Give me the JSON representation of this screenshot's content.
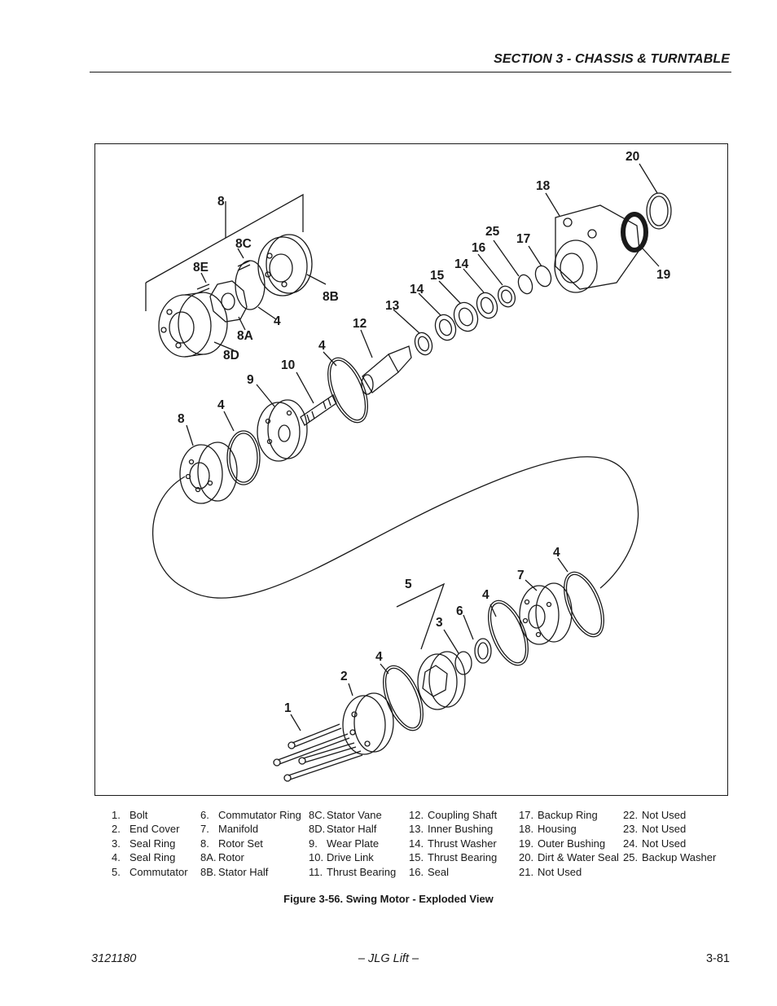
{
  "header": {
    "section_title": "SECTION 3 - CHASSIS & TURNTABLE"
  },
  "figure": {
    "callouts": [
      "20",
      "18",
      "8",
      "8C",
      "25",
      "17",
      "16",
      "8E",
      "14",
      "19",
      "15",
      "8B",
      "14",
      "13",
      "4",
      "12",
      "8A",
      "4",
      "8D",
      "10",
      "9",
      "4",
      "8",
      "4",
      "7",
      "5",
      "4",
      "6",
      "3",
      "4",
      "2",
      "1"
    ],
    "caption": "Figure 3-56.  Swing Motor - Exploded View"
  },
  "legend": {
    "columns": [
      [
        {
          "num": "1.",
          "label": "Bolt"
        },
        {
          "num": "2.",
          "label": "End Cover"
        },
        {
          "num": "3.",
          "label": "Seal Ring"
        },
        {
          "num": "4.",
          "label": "Seal Ring"
        },
        {
          "num": "5.",
          "label": "Commutator"
        }
      ],
      [
        {
          "num": "6.",
          "label": "Commutator Ring"
        },
        {
          "num": "7.",
          "label": "Manifold"
        },
        {
          "num": "8.",
          "label": "Rotor Set"
        },
        {
          "num": "8A.",
          "label": "Rotor"
        },
        {
          "num": "8B.",
          "label": "Stator Half"
        }
      ],
      [
        {
          "num": "8C.",
          "label": "Stator Vane"
        },
        {
          "num": "8D.",
          "label": "Stator Half"
        },
        {
          "num": "9.",
          "label": "Wear Plate"
        },
        {
          "num": "10.",
          "label": "Drive Link"
        },
        {
          "num": "11.",
          "label": "Thrust Bearing"
        }
      ],
      [
        {
          "num": "12.",
          "label": "Coupling Shaft"
        },
        {
          "num": "13.",
          "label": "Inner Bushing"
        },
        {
          "num": "14.",
          "label": "Thrust Washer"
        },
        {
          "num": "15.",
          "label": "Thrust Bearing"
        },
        {
          "num": "16.",
          "label": "Seal"
        }
      ],
      [
        {
          "num": "17.",
          "label": "Backup Ring"
        },
        {
          "num": "18.",
          "label": "Housing"
        },
        {
          "num": "19.",
          "label": "Outer Bushing"
        },
        {
          "num": "20.",
          "label": "Dirt & Water Seal"
        },
        {
          "num": "21.",
          "label": "Not Used"
        }
      ],
      [
        {
          "num": "22.",
          "label": "Not Used"
        },
        {
          "num": "23.",
          "label": "Not Used"
        },
        {
          "num": "24.",
          "label": "Not Used"
        },
        {
          "num": "25.",
          "label": "Backup Washer"
        }
      ]
    ]
  },
  "footer": {
    "doc_number": "3121180",
    "company": "– JLG Lift –",
    "page": "3-81"
  }
}
